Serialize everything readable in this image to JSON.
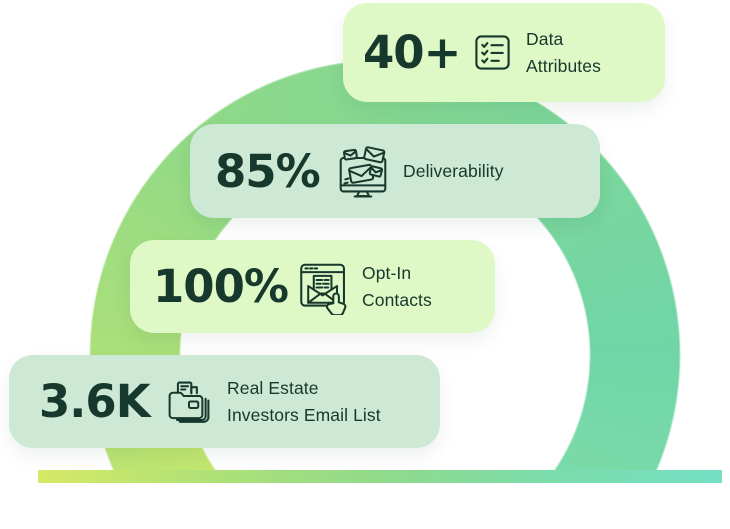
{
  "colors": {
    "text_dark": "#17382c",
    "card_light_bg": "#def8c6",
    "card_sage_bg": "#cde8d5",
    "ring_gradient": [
      "#cdeb6c",
      "#8ed989",
      "#70d5a7",
      "#79daa8"
    ],
    "bar_gradient": [
      "#d7e966",
      "#90da8b",
      "#74dfc3"
    ]
  },
  "stats": [
    {
      "value": "40+",
      "icon": "checklist-icon",
      "label_lines": [
        "Data",
        "Attributes"
      ]
    },
    {
      "value": "85%",
      "icon": "email-monitor-icon",
      "label_lines": [
        "Deliverability"
      ]
    },
    {
      "value": "100%",
      "icon": "opt-in-browser-icon",
      "label_lines": [
        "Opt-In",
        "Contacts"
      ]
    },
    {
      "value": "3.6K",
      "icon": "folder-stack-icon",
      "label_lines": [
        "Real Estate",
        "Investors Email List"
      ]
    }
  ]
}
